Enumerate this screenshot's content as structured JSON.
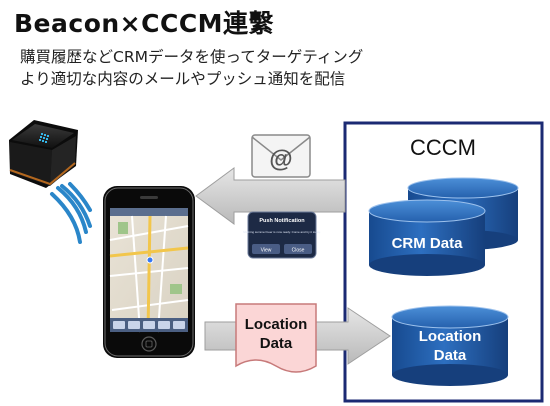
{
  "title": "Beacon×CCCM連繫",
  "subtitle": [
    "購買履歴などCRMデータを使ってターゲティング",
    "より適切な内容のメールやプッシュ通知を配信"
  ],
  "cccm_box": {
    "label": "CCCM",
    "crm_db": "CRM Data",
    "location_db_line1": "Location",
    "location_db_line2": "Data"
  },
  "email_icon": {
    "symbol": "@"
  },
  "push_notification": {
    "title": "Push Notification",
    "body": "Morning summer beer is now ready. Come and try it today.",
    "buttons": [
      "View",
      "Close"
    ]
  },
  "location_doc": {
    "line1": "Location",
    "line2": "Data"
  },
  "colors": {
    "database_blue": "#1e5aa8",
    "cccm_border": "#1b2a73",
    "arrow_gray": "#c8c8c8",
    "doc_pink": "#fbd6d6",
    "beacon_signal": "#2a86c9"
  }
}
